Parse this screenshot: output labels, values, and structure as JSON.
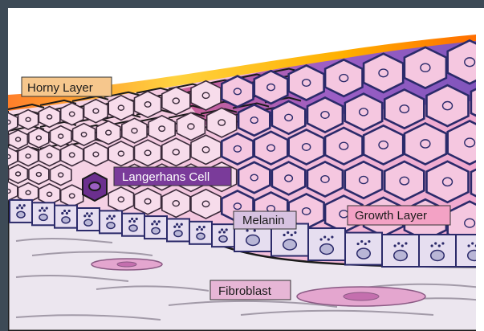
{
  "labels": {
    "horny_layer": "Horny Layer",
    "langerhans_cell": "Langerhans Cell",
    "melanin": "Melanin",
    "growth_layer": "Growth Layer",
    "fibroblast": "Fibroblast"
  },
  "colors": {
    "frame": "#3d4a56",
    "background": "#ffffff",
    "dermis": "#ece6ef",
    "cell_fill_light": "#f7d7e6",
    "cell_fill_dark": "#e58cbf",
    "cell_outline_dark": "#2b2a6a",
    "horny_label_bg": "#f6c78d",
    "langerhans_label_bg": "#7a3b9a",
    "melanin_label_bg": "#d7c2e1",
    "growth_label_bg": "#f3a2c5",
    "fibroblast_label_bg": "#e7b6d6",
    "langerhans_cell": "#6b2f8e"
  }
}
